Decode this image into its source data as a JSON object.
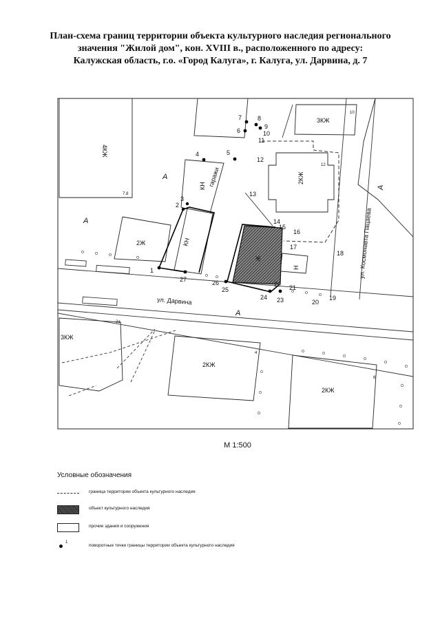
{
  "title": {
    "line1": "План-схема границ территории объекта культурного наследия регионального",
    "line2": "значения \"Жилой дом\", кон. XVIII в., расположенного по адресу:",
    "line3": "Калужская область, г.о. «Город Калуга», г. Калуга, ул. Дарвина, д. 7"
  },
  "map": {
    "street_darwin": "ул. Дарвина",
    "street_kosmonavt": "ул. Космонавта Пацаева",
    "zone_labels": [
      "А",
      "А",
      "А",
      "А"
    ],
    "building_labels": [
      "4КЖ",
      "3КЖ",
      "2КЖ",
      "2Ж",
      "КН",
      "гаражи",
      "КН",
      "Ж",
      "Н",
      "3КЖ",
      "2КЖ",
      "2КЖ"
    ],
    "small_labels": [
      "7.8",
      "12",
      "2а",
      "4",
      "8",
      "10"
    ],
    "points": [
      {
        "n": "1"
      },
      {
        "n": "2"
      },
      {
        "n": "3"
      },
      {
        "n": "4"
      },
      {
        "n": "5"
      },
      {
        "n": "6"
      },
      {
        "n": "7"
      },
      {
        "n": "8"
      },
      {
        "n": "9"
      },
      {
        "n": "10"
      },
      {
        "n": "11"
      },
      {
        "n": "12"
      },
      {
        "n": "13"
      },
      {
        "n": "14"
      },
      {
        "n": "15"
      },
      {
        "n": "16"
      },
      {
        "n": "17"
      },
      {
        "n": "18"
      },
      {
        "n": "19"
      },
      {
        "n": "20"
      },
      {
        "n": "21"
      },
      {
        "n": "22"
      },
      {
        "n": "23"
      },
      {
        "n": "24"
      },
      {
        "n": "25"
      },
      {
        "n": "26"
      },
      {
        "n": "27"
      }
    ]
  },
  "scale": "М 1:500",
  "legend": {
    "title": "Условные обозначения",
    "boundary": "граница территории объекта культурного наследия",
    "heritage_object": "объект культурного наследия",
    "other_buildings": "прочие здания и сооружения",
    "turning_points": "поворотные точки границы территории объекта культурного наследия",
    "point_sample": "1"
  }
}
